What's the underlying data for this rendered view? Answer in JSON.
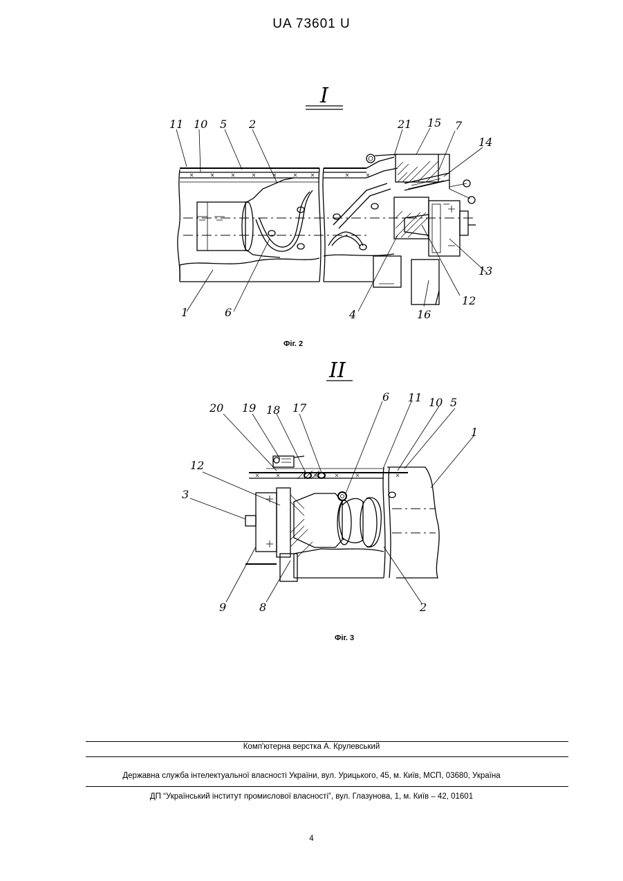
{
  "header": {
    "patent_number": "UA   73601   U"
  },
  "figure2": {
    "roman": "I",
    "caption": "Фіг. 2",
    "labels": [
      "11",
      "10",
      "5",
      "2",
      "21",
      "15",
      "7",
      "14",
      "13",
      "12",
      "16",
      "4",
      "6",
      "1"
    ]
  },
  "figure3": {
    "roman": "II",
    "caption": "Фіг. 3",
    "labels": [
      "20",
      "19",
      "18",
      "17",
      "6",
      "11",
      "10",
      "5",
      "1",
      "12",
      "3",
      "9",
      "8",
      "2"
    ]
  },
  "footer": {
    "layout": "Комп'ютерна верстка А. Крулевський",
    "service": "Державна служба інтелектуальної власності України, вул. Урицького, 45, м. Київ, МСП, 03680, Україна",
    "institute": "ДП “Український інститут промислової власності”, вул. Глазунова, 1, м. Київ – 42, 01601",
    "page_number": "4"
  }
}
